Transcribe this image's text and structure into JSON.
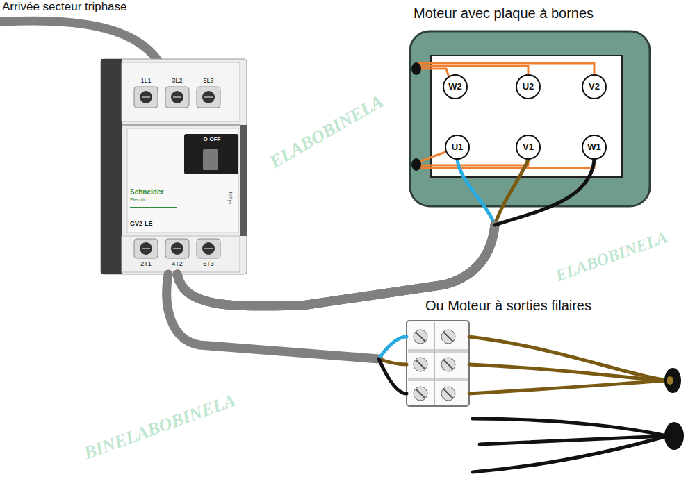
{
  "diagram": {
    "nodes": [
      {
        "text": [
          "1L1",
          "3L2",
          "5L3",
          "O-OFF",
          "TeSys",
          "Schneider",
          "Electric",
          "GV2-LE",
          "2T1",
          "4T2",
          "6T3"
        ]
      },
      {
        "text": [
          "Moteur avec plaque à bornes"
        ]
      },
      {
        "text": [
          "W2"
        ],
        "in": 1
      },
      {
        "text": [
          "U2"
        ],
        "in": 1
      },
      {
        "text": [
          "V2"
        ],
        "in": 1
      },
      {
        "text": [
          "U1"
        ],
        "in": 1
      },
      {
        "text": [
          "V1"
        ],
        "in": 1
      },
      {
        "text": [
          "W1"
        ],
        "in": 1
      },
      {
        "text": [
          "Ou Moteur à sorties filaires"
        ]
      }
    ],
    "edges": [
      {
        "from": 0,
        "to": 5,
        "arrow": "none"
      },
      {
        "from": 0,
        "to": 6,
        "arrow": "none"
      },
      {
        "from": 0,
        "to": 7,
        "arrow": "none"
      },
      {
        "from": 0,
        "to": 8,
        "arrow": "none"
      }
    ],
    "labels": [
      "Arrivée secteur triphase",
      "ELABOBINELA",
      "BINELABOBINELA",
      "ELABOBINELA"
    ]
  }
}
